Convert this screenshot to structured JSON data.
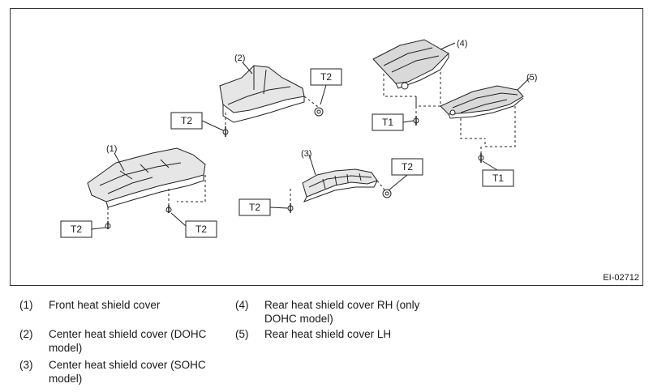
{
  "figure": {
    "id": "EI-02712",
    "callouts": [
      "(1)",
      "(2)",
      "(3)",
      "(4)",
      "(5)"
    ],
    "torque_labels": {
      "t2": "T2",
      "t1": "T1"
    }
  },
  "legend": [
    {
      "num": "(1)",
      "text": "Front heat shield cover"
    },
    {
      "num": "(2)",
      "text": "Center heat shield cover (DOHC model)"
    },
    {
      "num": "(3)",
      "text": "Center heat shield cover (SOHC model)"
    },
    {
      "num": "(4)",
      "text": "Rear heat shield cover RH (only DOHC model)"
    },
    {
      "num": "(5)",
      "text": "Rear heat shield cover LH"
    }
  ]
}
